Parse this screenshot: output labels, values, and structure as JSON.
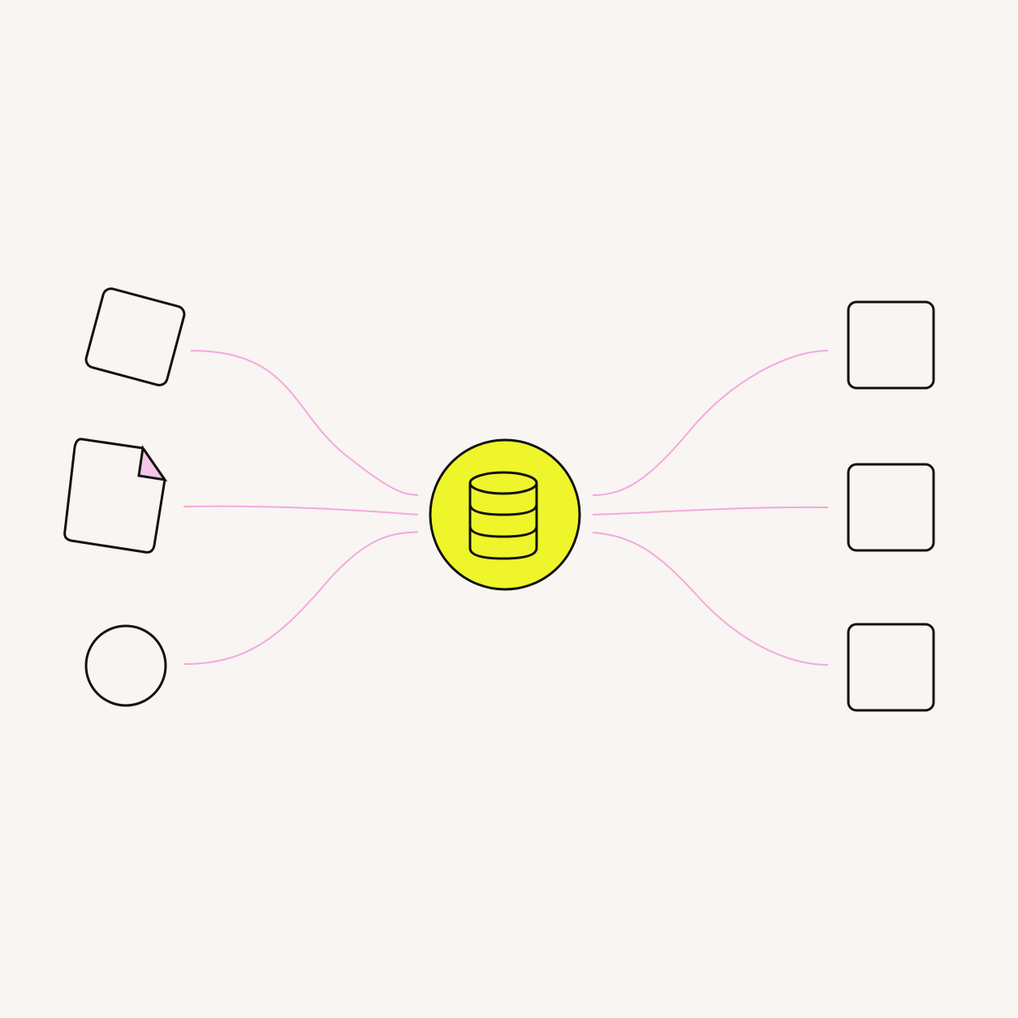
{
  "diagram": {
    "description_labels": [],
    "hub": {
      "icon": "database-icon",
      "fill": "#eef52a"
    },
    "inputs": [
      {
        "shape": "tilted-square"
      },
      {
        "shape": "document-with-folded-corner",
        "accent": "#f5c6e6"
      },
      {
        "shape": "circle"
      }
    ],
    "outputs": [
      {
        "shape": "square"
      },
      {
        "shape": "square"
      },
      {
        "shape": "square"
      }
    ]
  },
  "colors": {
    "background": "#f8f5f2",
    "stroke": "#111111",
    "connector": "#f3a9dd",
    "hub": "#eef52a",
    "fold": "#f5c6e6"
  }
}
